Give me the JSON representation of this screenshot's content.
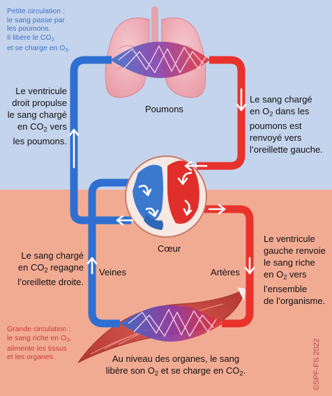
{
  "notes": {
    "small_circulation": [
      "Petite circulation :",
      "le sang passe par",
      "les poumons.",
      "Il libère le CO",
      "2",
      "et se charge en O",
      "2",
      "."
    ],
    "large_circulation": [
      "Grande circulation :",
      "le sang riche en O",
      "2",
      ",",
      "alimente les tissus",
      "et les organes."
    ]
  },
  "labels": {
    "lungs": "Poumons",
    "heart": "Cœur",
    "veins": "Veines",
    "arteries": "Artères"
  },
  "captions": {
    "right_ventricle": [
      "Le ventricule",
      "droit propulse",
      "le sang chargé",
      "en CO",
      "2",
      " vers",
      "les poumons."
    ],
    "lungs_return": [
      "Le sang chargé",
      "en O",
      "2",
      " dans les",
      "poumons est",
      "renvoyé vers",
      "l’oreillette gauche."
    ],
    "vein_return": [
      "Le sang chargé",
      "en CO",
      "2",
      " regagne",
      "l’oreillette droite."
    ],
    "left_ventricle": [
      "Le ventricule",
      "gauche renvoie",
      "le sang riche",
      "en O",
      "2",
      " vers",
      "l’ensemble",
      "de l’organisme."
    ],
    "organs": [
      "Au niveau des organes, le sang",
      "libère son O",
      "2",
      " et se charge en CO",
      "2",
      "."
    ]
  },
  "copyright": "©SPF-FS 2022",
  "colors": {
    "blue_vessel": "#2e6fd1",
    "red_vessel": "#e8322c",
    "top_bg": "#c5d4ed",
    "bottom_bg": "#f2ab93"
  }
}
